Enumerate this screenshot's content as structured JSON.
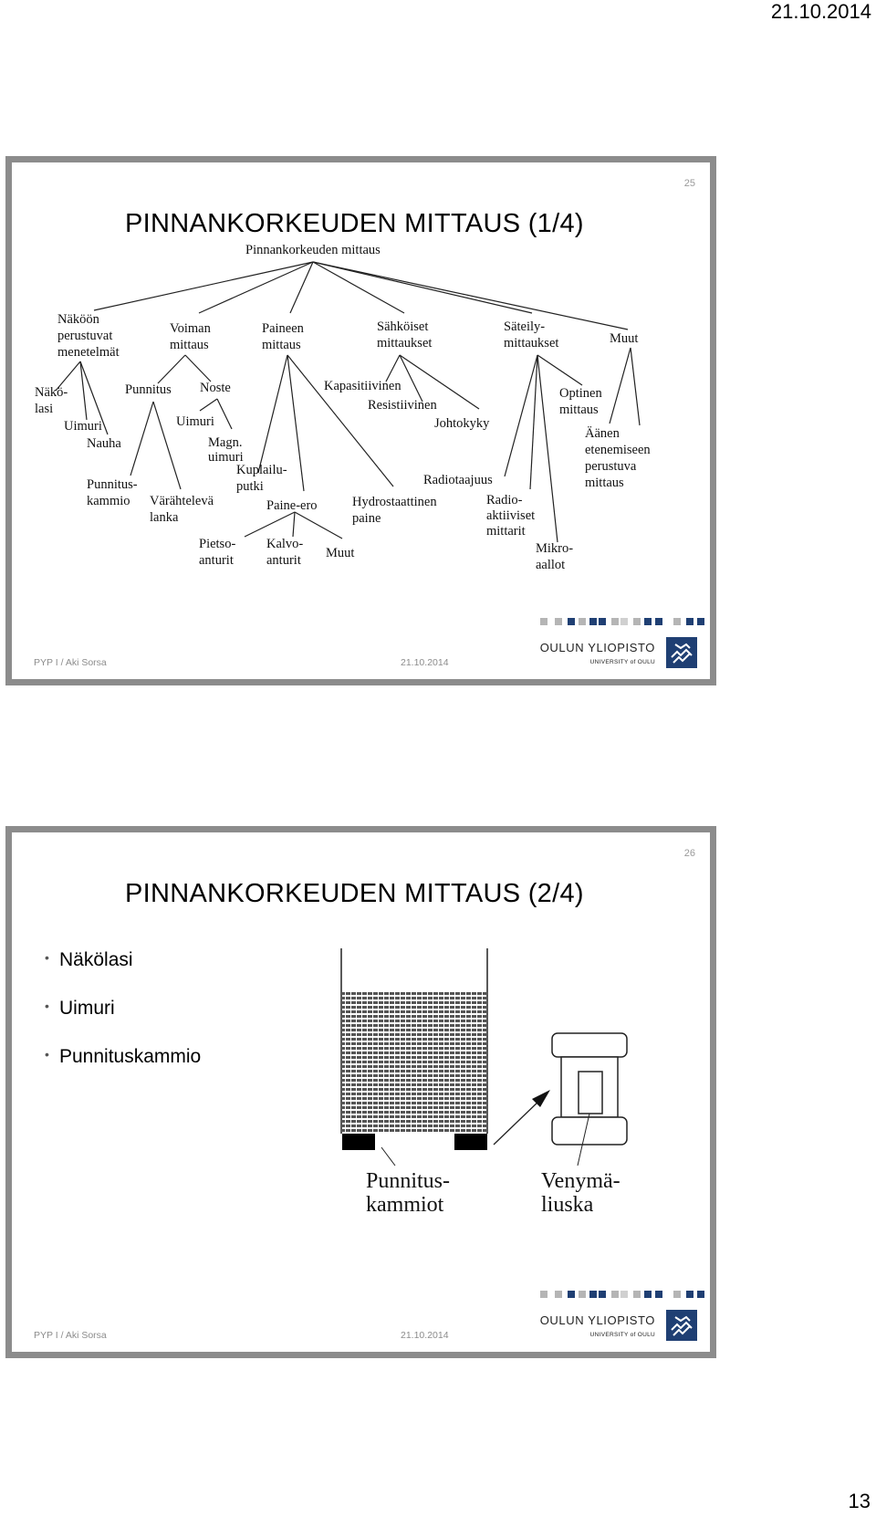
{
  "print_date": "21.10.2014",
  "page_number": "13",
  "slide1": {
    "number": "25",
    "title": "PINNANKORKEUDEN MITTAUS (1/4)",
    "diagram": {
      "root": "Pinnankorkeuden mittaus",
      "cat_nakoon": [
        "Näköön",
        "perustuvat",
        "menetelmät"
      ],
      "cat_voiman": [
        "Voiman",
        "mittaus"
      ],
      "cat_paineen": [
        "Paineen",
        "mittaus"
      ],
      "cat_sahkoiset": [
        "Sähköiset",
        "mittaukset"
      ],
      "cat_sateily": [
        "Säteily-",
        "mittaukset"
      ],
      "cat_muut": "Muut",
      "nakolasi": [
        "Näkö-",
        "lasi"
      ],
      "uimuri_1": "Uimuri",
      "nauha": "Nauha",
      "punnitus": "Punnitus",
      "noste": "Noste",
      "uimuri_2": "Uimuri",
      "magn_uimuri": [
        "Magn.",
        "uimuri"
      ],
      "punnituskammio": [
        "Punnitus-",
        "kammio"
      ],
      "varahteleva_lanka": [
        "Värähtelevä",
        "lanka"
      ],
      "kuplailuputki": [
        "Kuplailu-",
        "putki"
      ],
      "paine_ero": "Paine-ero",
      "pietsoanturit": [
        "Pietso-",
        "anturit"
      ],
      "kalvoanturit": [
        "Kalvo-",
        "anturit"
      ],
      "muut_paine": "Muut",
      "hydrostaattinen": [
        "Hydrostaattinen",
        "paine"
      ],
      "kapasitiivinen": "Kapasitiivinen",
      "resistiivinen": "Resistiivinen",
      "johtokyky": "Johtokyky",
      "radiotaajuus": "Radiotaajuus",
      "radioaktiiviset": [
        "Radio-",
        "aktiiviset",
        "mittarit"
      ],
      "mikroaallot": [
        "Mikro-",
        "aallot"
      ],
      "optinen": [
        "Optinen",
        "mittaus"
      ],
      "aanen": [
        "Äänen",
        "etenemiseen",
        "perustuva",
        "mittaus"
      ]
    },
    "footer_left": "PYP I / Aki Sorsa",
    "footer_date": "21.10.2014",
    "logo_name": "OULUN YLIOPISTO",
    "logo_sub": "UNIVERSITY of OULU"
  },
  "slide2": {
    "number": "26",
    "title": "PINNANKORKEUDEN MITTAUS (2/4)",
    "bullets": [
      "Näkölasi",
      "Uimuri",
      "Punnituskammio"
    ],
    "figure": {
      "label_left": [
        "Punnitus-",
        "kammiot"
      ],
      "label_right": [
        "Venymä-",
        "liuska"
      ]
    },
    "footer_left": "PYP I / Aki Sorsa",
    "footer_date": "21.10.2014",
    "logo_name": "OULUN YLIOPISTO",
    "logo_sub": "UNIVERSITY of OULU"
  },
  "colors": {
    "slide_border": "#8c8c8c",
    "brand_blue": "#1f3f73",
    "stripe_grey": "#b5b5b5"
  }
}
